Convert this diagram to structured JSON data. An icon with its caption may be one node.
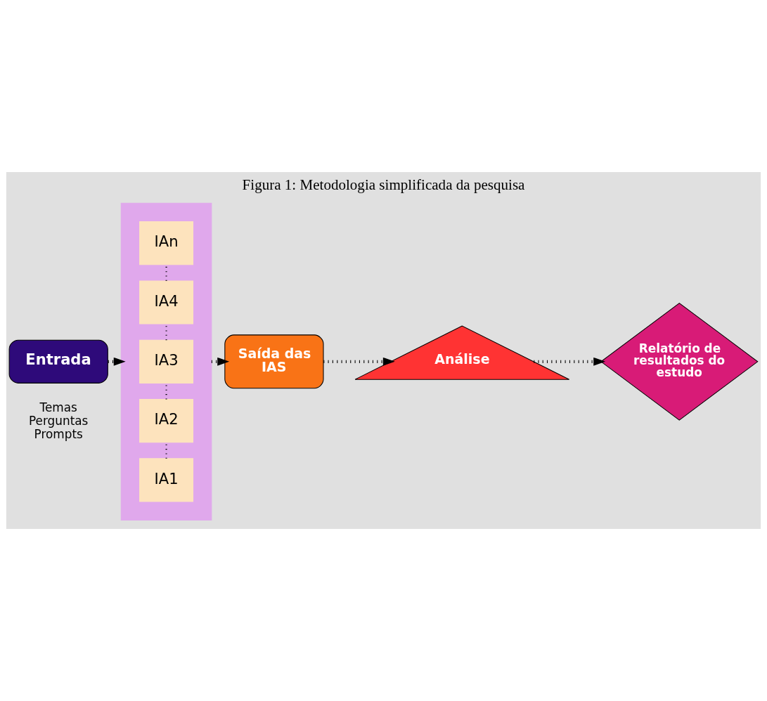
{
  "diagram": {
    "title": "Figura 1: Metodologia simplificada da pesquisa",
    "nodes": [
      {
        "text": [
          "Entrada"
        ],
        "beside": [
          "Temas",
          "Perguntas",
          "Prompts"
        ]
      },
      {
        "text": [],
        "shape": "box"
      },
      {
        "text": [
          "IA1"
        ],
        "in": 1
      },
      {
        "text": [
          "IA2"
        ],
        "in": 1
      },
      {
        "text": [
          "IA3"
        ],
        "in": 1
      },
      {
        "text": [
          "IA4"
        ],
        "in": 1
      },
      {
        "text": [
          "IAn"
        ],
        "in": 1
      },
      {
        "text": [
          "Saída das IAS"
        ]
      },
      {
        "text": [
          "Análise"
        ]
      },
      {
        "text": [
          "Relatório de resultados do estudo"
        ]
      }
    ],
    "edges": [
      {
        "from": 0,
        "to": 1,
        "arrow": "to",
        "style": "dashed"
      },
      {
        "from": 2,
        "to": 3,
        "arrow": "none",
        "style": "dashed"
      },
      {
        "from": 3,
        "to": 4,
        "arrow": "none",
        "style": "dashed"
      },
      {
        "from": 4,
        "to": 5,
        "arrow": "none",
        "style": "dashed"
      },
      {
        "from": 5,
        "to": 6,
        "arrow": "none",
        "style": "dashed"
      },
      {
        "from": 1,
        "to": 7,
        "arrow": "to",
        "style": "dashed"
      },
      {
        "from": 7,
        "to": 8,
        "arrow": "to",
        "style": "dashed"
      },
      {
        "from": 8,
        "to": 9,
        "arrow": "to",
        "style": "dashed"
      }
    ]
  }
}
